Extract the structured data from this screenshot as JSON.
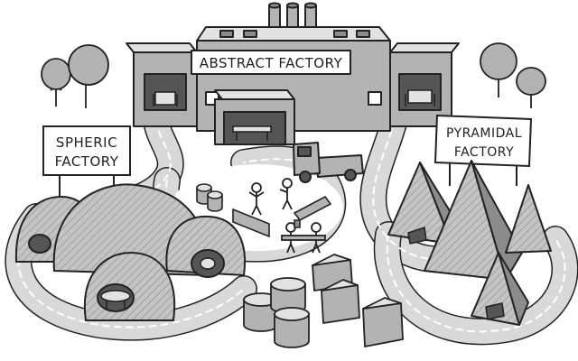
{
  "illustration": {
    "signs": {
      "abstract_factory": "ABSTRACT FACTORY",
      "spheric_line1": "SPHERIC",
      "spheric_line2": "FACTORY",
      "pyramidal_line1": "PYRAMIDAL",
      "pyramidal_line2": "FACTORY"
    }
  },
  "colors": {
    "outline": "#222222",
    "road": "#d9d9d9",
    "building": "#b3b3b3",
    "building_dark": "#8c8c8c",
    "ground_light": "#eeeeee"
  }
}
